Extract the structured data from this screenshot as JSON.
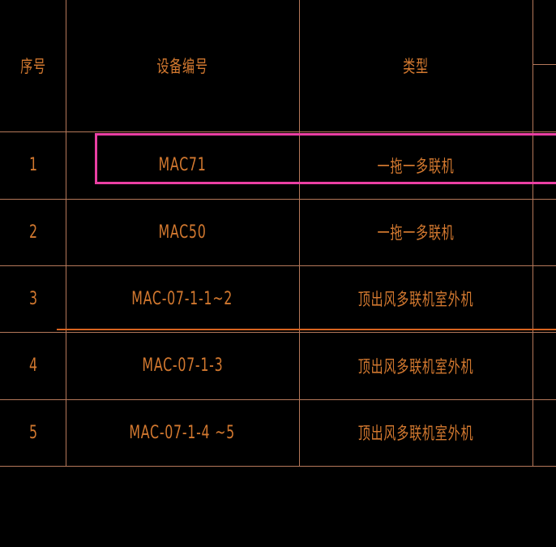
{
  "table": {
    "headers": {
      "index": "序号",
      "device_code": "设备编号",
      "type": "类型"
    },
    "rows": [
      {
        "index": "1",
        "device_code": "MAC71",
        "type": "一拖一多联机"
      },
      {
        "index": "2",
        "device_code": "MAC50",
        "type": "一拖一多联机"
      },
      {
        "index": "3",
        "device_code": "MAC-07-1-1~2",
        "type": "顶出风多联机室外机"
      },
      {
        "index": "4",
        "device_code": "MAC-07-1-3",
        "type": "顶出风多联机室外机"
      },
      {
        "index": "5",
        "device_code": "MAC-07-1-4 ~5",
        "type": "顶出风多联机室外机"
      }
    ]
  },
  "colors": {
    "background": "#000000",
    "grid_line": "#b5785a",
    "text": "#d2782f",
    "selection": "#ea3fa3",
    "highlight_rule": "#d9631f"
  }
}
